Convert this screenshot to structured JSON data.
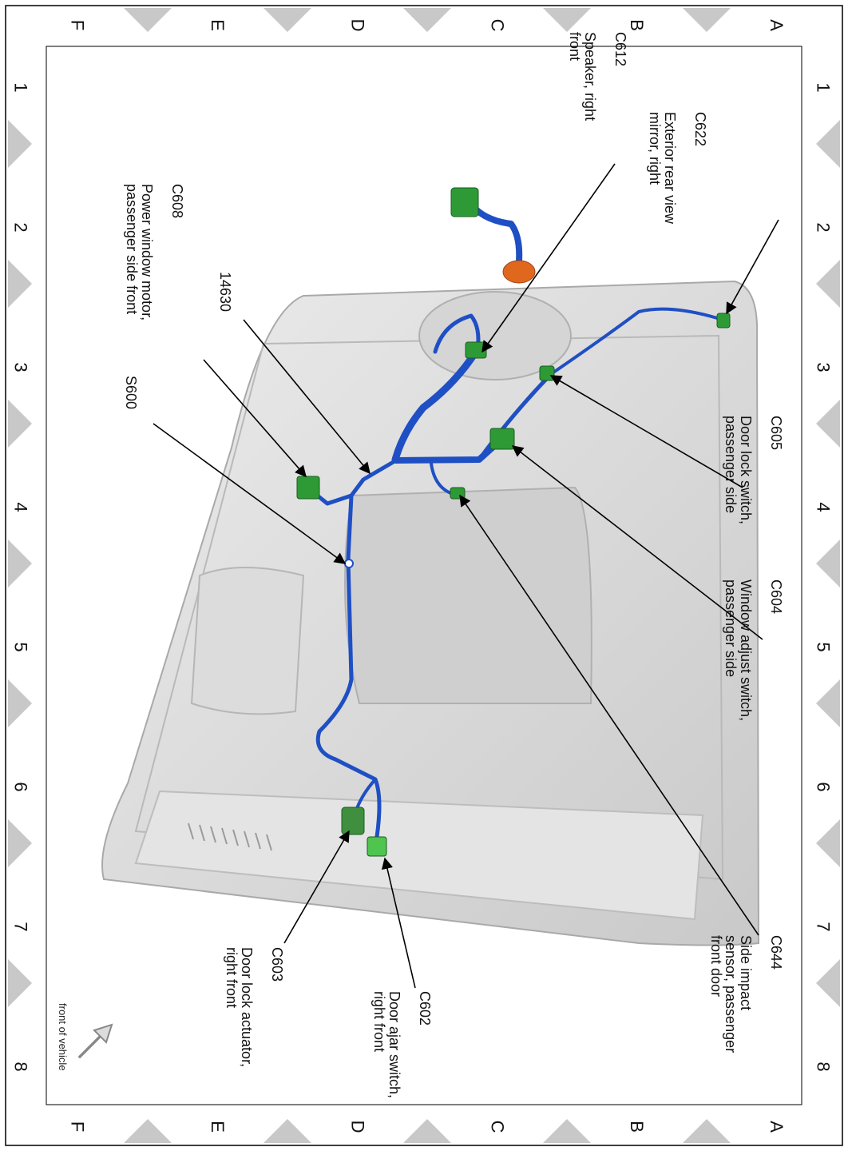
{
  "grid": {
    "columns": [
      "1",
      "2",
      "3",
      "4",
      "5",
      "6",
      "7",
      "8"
    ],
    "rows": [
      "A",
      "B",
      "C",
      "D",
      "E",
      "F"
    ]
  },
  "callouts": {
    "c622": {
      "id": "C622",
      "desc": "Exterior rear view\nmirror, right"
    },
    "c612": {
      "id": "C612",
      "desc": "Speaker, right\nfront"
    },
    "c605": {
      "id": "C605",
      "desc": "Door lock switch,\npassenger side"
    },
    "c604": {
      "id": "C604",
      "desc": "Window adjust switch,\npassenger side"
    },
    "c644": {
      "id": "C644",
      "desc": "Side impact\nsensor, passenger\nfront door"
    },
    "c602": {
      "id": "C602",
      "desc": "Door ajar switch,\nright front"
    },
    "c603": {
      "id": "C603",
      "desc": "Door lock actuator,\nright front"
    },
    "c608": {
      "id": "C608",
      "desc": "Power window motor,\npassenger side front"
    },
    "h14630": {
      "id": "14630",
      "desc": ""
    },
    "s600": {
      "id": "S600",
      "desc": ""
    }
  },
  "orientation": {
    "note": "front of vehicle",
    "icon": "arrow-icon"
  },
  "colors": {
    "harness": "#1f4fc4",
    "connector": "#2e9a36",
    "speaker": "#e0681e",
    "panel": "#d9d9d9",
    "border_triangles": "#c8c8c8"
  }
}
